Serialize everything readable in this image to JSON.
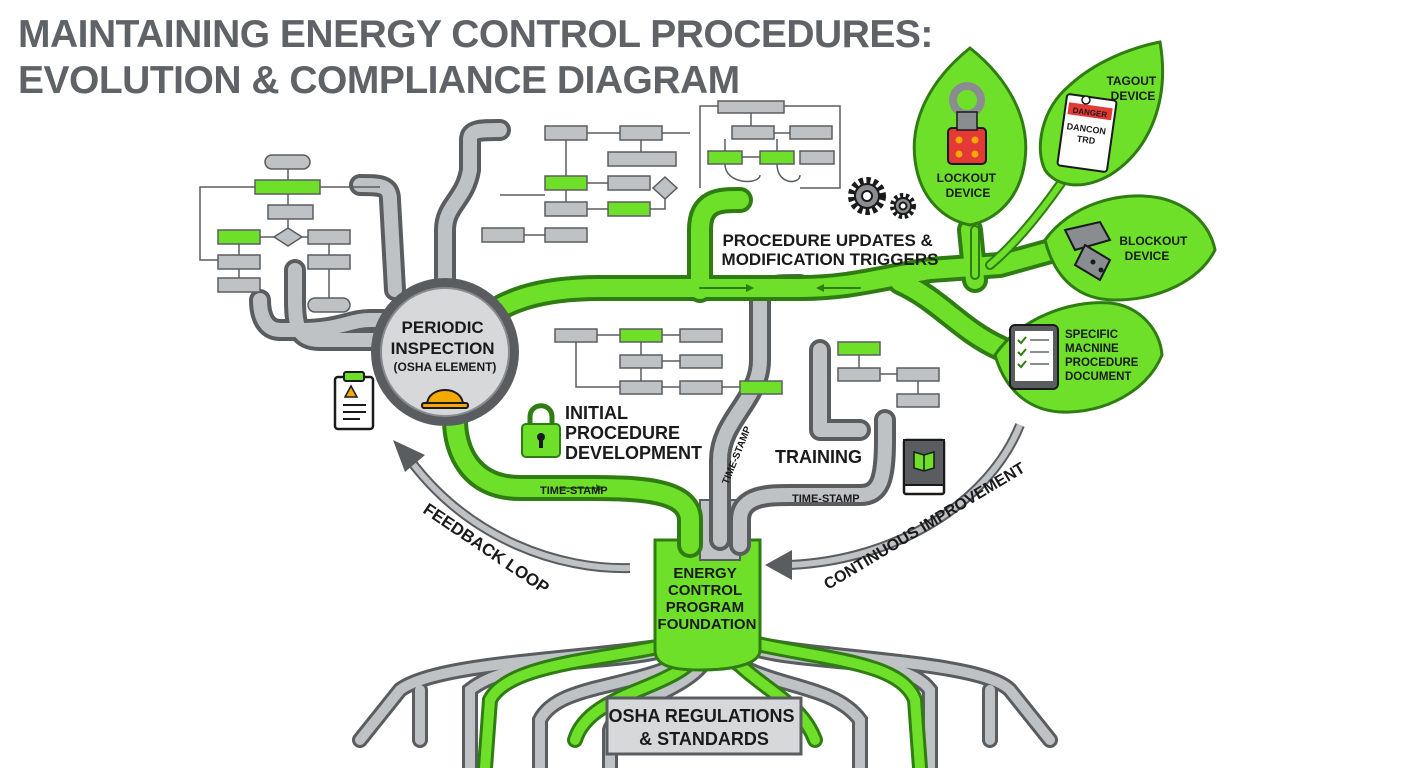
{
  "title": {
    "line1": "MAINTAINING ENERGY CONTROL PROCEDURES:",
    "line2": "EVOLUTION & COMPLIANCE DIAGRAM"
  },
  "labels": {
    "periodic_inspection": [
      "PERIODIC",
      "INSPECTION",
      "(OSHA ELEMENT)"
    ],
    "procedure_updates": [
      "PROCEDURE UPDATES &",
      "MODIFICATION TRIGGERS"
    ],
    "initial_procedure": [
      "INITIAL",
      "PROCEDURE",
      "DEVELOPMENT"
    ],
    "training": "TRAINING",
    "foundation": [
      "ENERGY",
      "CONTROL",
      "PROGRAM",
      "FOUNDATION"
    ],
    "osha_regulations": [
      "OSHA REGULATIONS",
      "& STANDARDS"
    ],
    "feedback_loop": "FEEDBACK LOOP",
    "continuous_improvement": "CONTINUOUS IMPROVEMENT",
    "time_stamp_left": "TIME-STAMP",
    "time_stamp_center": "TIME-STAMP",
    "time_stamp_right": "TIME-STAMP"
  },
  "leaves": {
    "lockout": [
      "LOCKOUT",
      "DEVICE"
    ],
    "tagout": [
      "TAGOUT",
      "DEVICE"
    ],
    "blockout": [
      "BLOCKOUT",
      "DEVICE"
    ],
    "machine_doc": [
      "SPECIFIC",
      "MACNINE",
      "PROCEDURE",
      "DOCUMENT"
    ]
  },
  "tag_text": {
    "header": "DANGER",
    "body": [
      "DANCON",
      "TRD"
    ]
  },
  "colors": {
    "green": "#6fe02a",
    "green_dark": "#2f7d12",
    "gray_branch": "#b9bcbf",
    "gray_outline": "#5a5d60",
    "title_gray": "#5f6368"
  },
  "icons": [
    "clipboard-warning-icon",
    "hard-hat-icon",
    "padlock-icon",
    "book-icon",
    "gears-icon",
    "lockout-hasp-icon",
    "danger-tag-icon",
    "blockout-icon",
    "tablet-checklist-icon"
  ]
}
